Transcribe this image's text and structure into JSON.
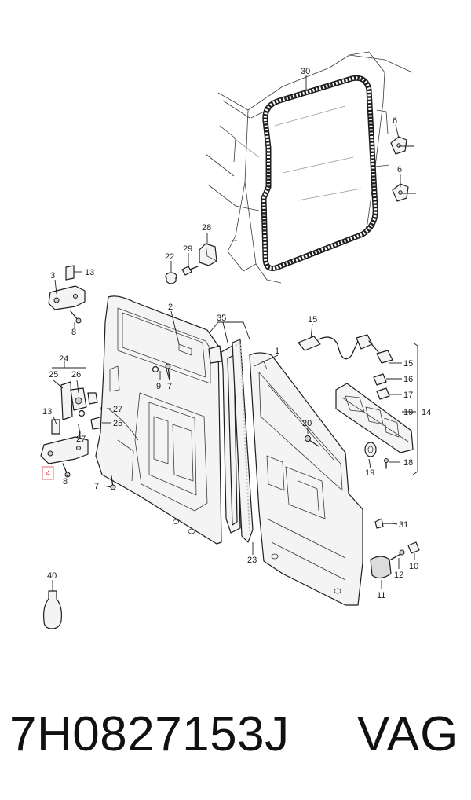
{
  "diagram": {
    "callouts": {
      "c30": "30",
      "c6a": "6",
      "c6b": "6",
      "c28": "28",
      "c29": "29",
      "c22": "22",
      "c13a": "13",
      "c3": "3",
      "c8a": "8",
      "c2": "2",
      "c35": "35",
      "c1": "1",
      "c15a": "15",
      "c15b": "15",
      "c16": "16",
      "c17": "17",
      "c19a": "19",
      "c14": "14",
      "c24": "24",
      "c25a": "25",
      "c26": "26",
      "c9": "9",
      "c7a": "7",
      "c27a": "27",
      "c13b": "13",
      "c25b": "25",
      "c27b": "27",
      "c4": "4",
      "c8b": "8",
      "c7b": "7",
      "c20": "20",
      "c19b": "19",
      "c18": "18",
      "c31": "31",
      "c23": "23",
      "c10": "10",
      "c12": "12",
      "c11": "11",
      "c40": "40"
    },
    "highlighted_callout": "4",
    "highlight_color": "#e06a6a"
  },
  "footer": {
    "part_number": "7H0827153J",
    "brand": "VAG"
  }
}
